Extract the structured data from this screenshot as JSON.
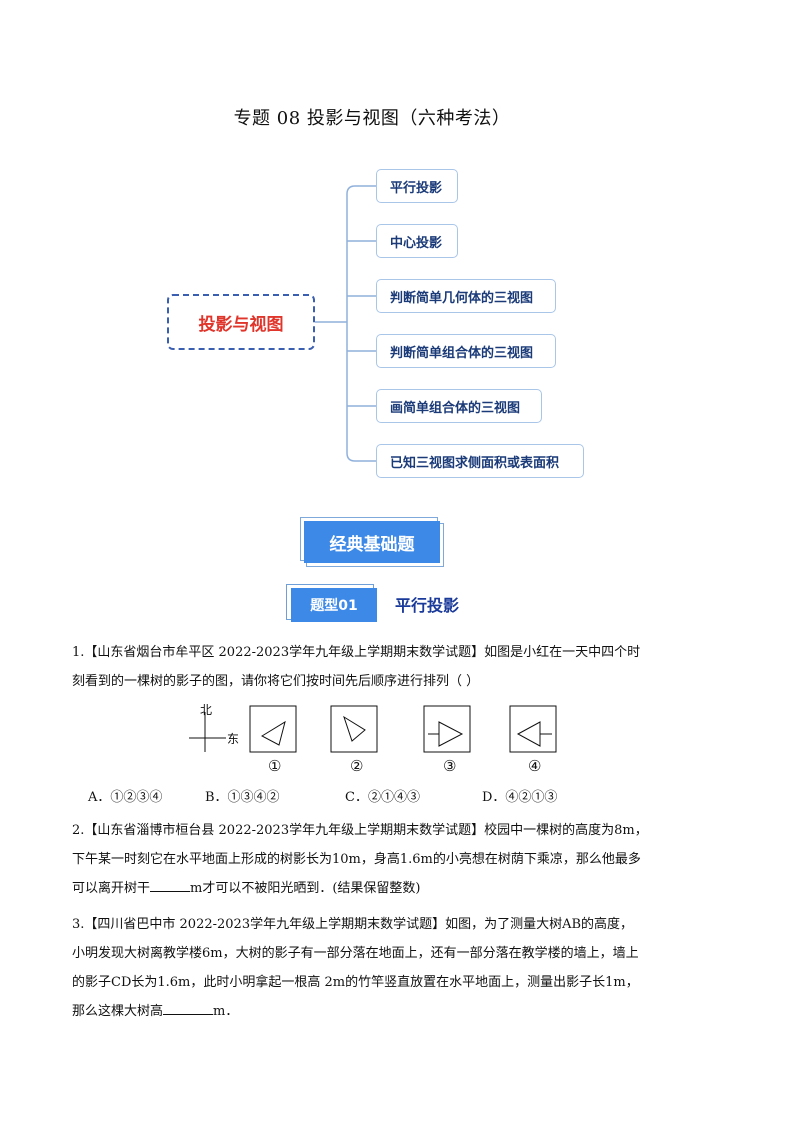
{
  "document": {
    "title": "专题 08  投影与视图（六种考法）"
  },
  "mindmap": {
    "root": "投影与视图",
    "nodes": [
      "平行投影",
      "中心投影",
      "判断简单几何体的三视图",
      "判断简单组合体的三视图",
      "画简单组合体的三视图",
      "已知三视图求侧面积或表面积"
    ]
  },
  "section_banner": "经典基础题",
  "type_tag": {
    "label": "题型01",
    "title": "平行投影"
  },
  "questions": {
    "q1": {
      "line1": "1.【山东省烟台市牟平区 2022-2023学年九年级上学期期末数学试题】如图是小红在一天中四个时",
      "line2": "刻看到的一棵树的影子的图，请你将它们按时间先后顺序进行排列（    ）",
      "compass_north": "北",
      "compass_east": "东",
      "figure_labels": [
        "①",
        "②",
        "③",
        "④"
      ],
      "options": [
        "A．①②③④",
        "B．①③④②",
        "C．②①④③",
        "D．④②①③"
      ]
    },
    "q2": {
      "line1": "2.【山东省淄博市桓台县 2022-2023学年九年级上学期期末数学试题】校园中一棵树的高度为8m，",
      "line2": "下午某一时刻它在水平地面上形成的树影长为10m，身高1.6m的小亮想在树荫下乘凉，那么他最多",
      "line3_before": "可以离开树干",
      "line3_after": "m才可以不被阳光晒到．(结果保留整数)"
    },
    "q3": {
      "line1": "3.【四川省巴中市 2022-2023学年九年级上学期期末数学试题】如图，为了测量大树AB的高度，",
      "line2": "小明发现大树离教学楼6m，大树的影子有一部分落在地面上，还有一部分落在教学楼的墙上，墙上",
      "line3": "的影子CD长为1.6m，此时小明拿起一根高 2m的竹竿竖直放置在水平地面上，测量出影子长1m，",
      "line4_before": "那么这棵大树高",
      "line4_after": "m．"
    }
  }
}
